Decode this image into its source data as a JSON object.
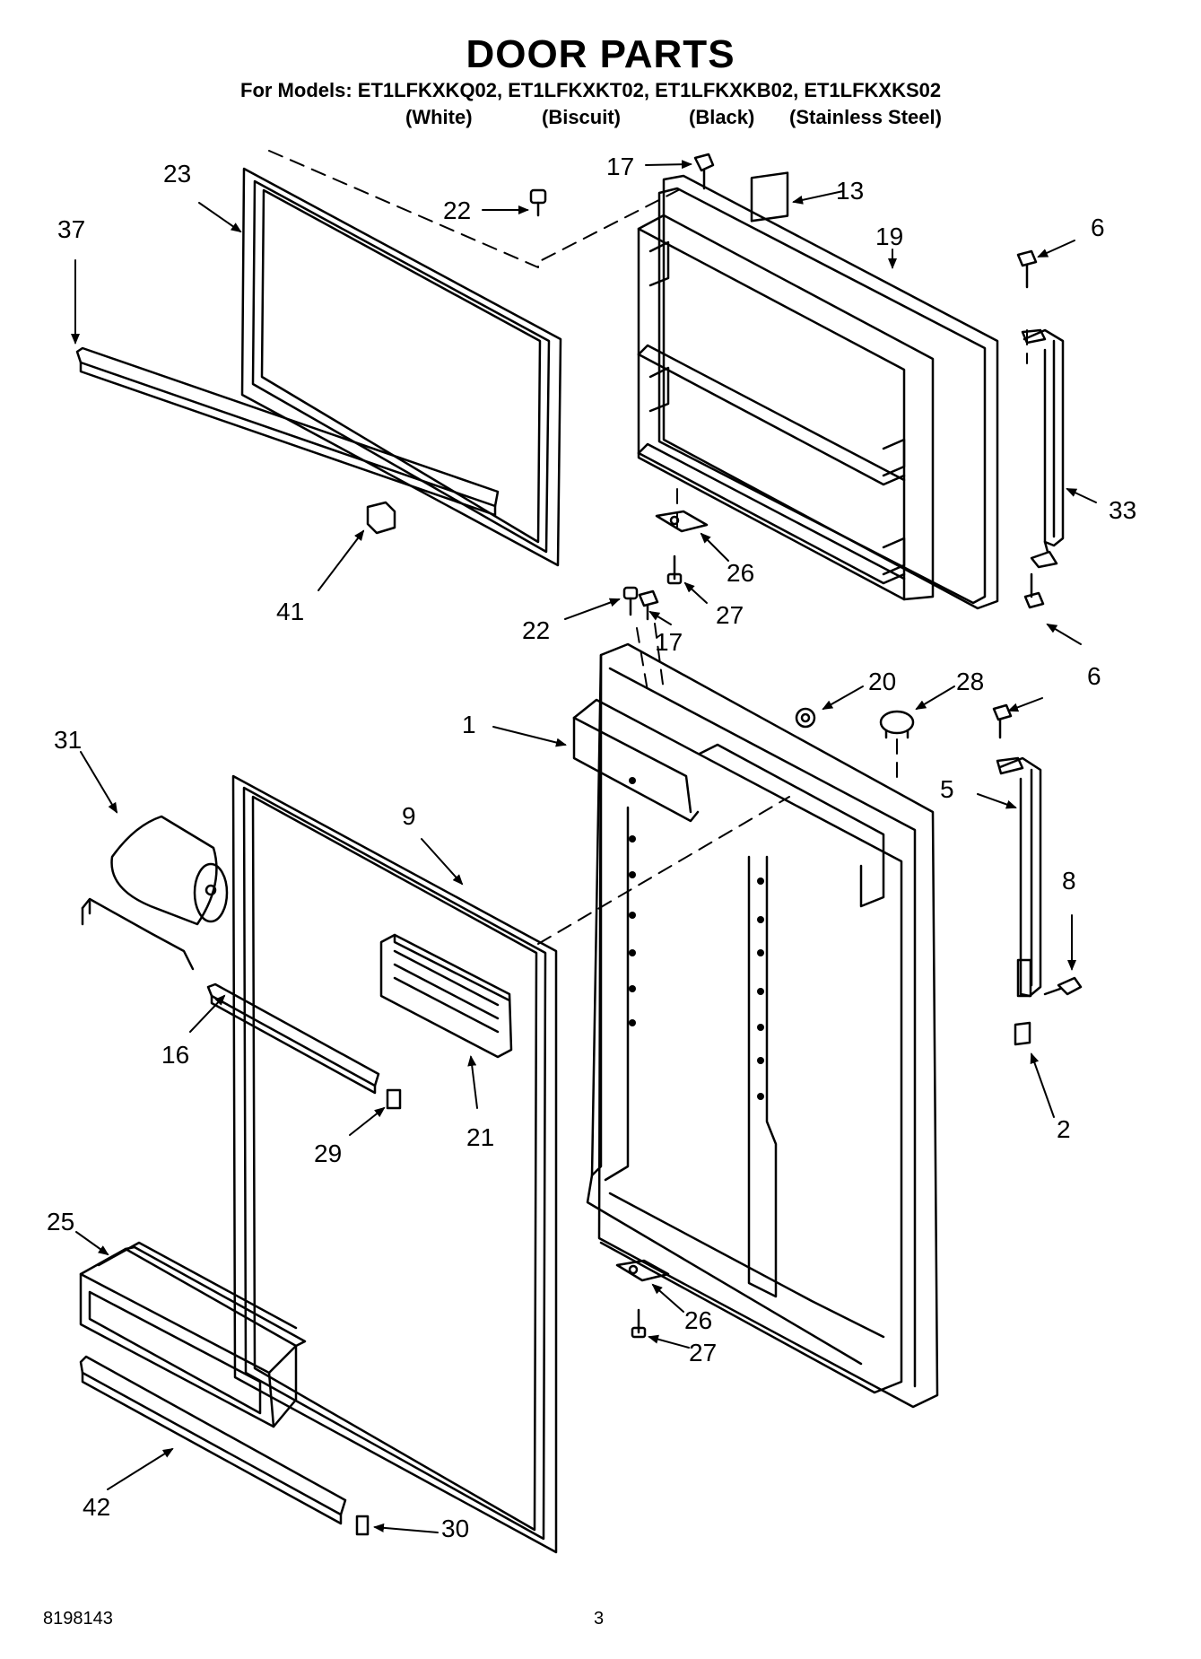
{
  "header": {
    "title": "DOOR PARTS",
    "models_line": "For Models: ET1LFKXKQ02, ET1LFKXKT02, ET1LFKXKB02, ET1LFKXKS02",
    "colors": [
      "(White)",
      "(Biscuit)",
      "(Black)",
      "(Stainless Steel)"
    ]
  },
  "callouts": [
    "23",
    "37",
    "22",
    "17",
    "13",
    "19",
    "6",
    "33",
    "26",
    "27",
    "41",
    "22",
    "17",
    "20",
    "28",
    "1",
    "31",
    "9",
    "5",
    "8",
    "6",
    "16",
    "21",
    "29",
    "2",
    "25",
    "26",
    "27",
    "42",
    "30"
  ],
  "footer": {
    "doc_number": "8198143",
    "page_number": "3"
  }
}
